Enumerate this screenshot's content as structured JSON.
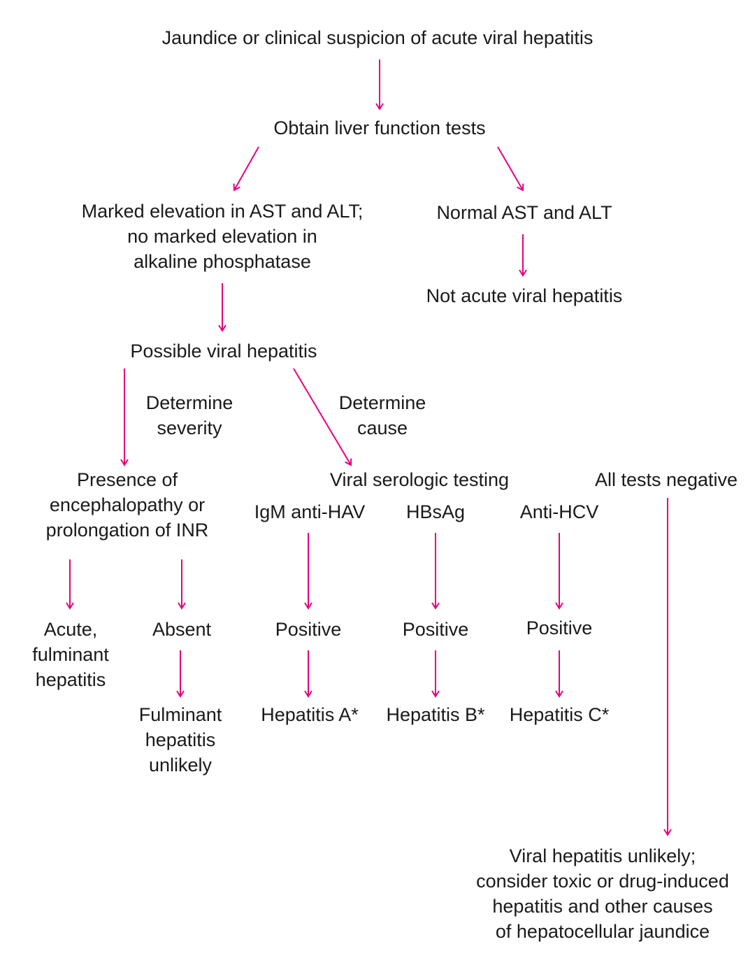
{
  "colors": {
    "arrow": "#e6007e",
    "text": "#1a1a1a",
    "background": "#ffffff"
  },
  "nodes": {
    "start": "Jaundice or clinical suspicion of acute viral hepatitis",
    "lft": "Obtain liver function tests",
    "marked_elevation": "Marked elevation in AST and ALT;\nno marked elevation in\nalkaline phosphatase",
    "normal": "Normal AST and ALT",
    "not_acute": "Not acute viral hepatitis",
    "possible": "Possible viral hepatitis",
    "determine_severity": "Determine\nseverity",
    "determine_cause": "Determine\ncause",
    "presence": "Presence of\nencephalopathy or\nprolongation of INR",
    "serologic": "Viral serologic testing",
    "all_negative": "All tests negative",
    "igm_hav": "IgM anti-HAV",
    "hbsag": "HBsAg",
    "anti_hcv": "Anti-HCV",
    "acute_fulminant": "Acute,\nfulminant\nhepatitis",
    "absent": "Absent",
    "positive_a": "Positive",
    "positive_b": "Positive",
    "positive_c": "Positive",
    "fulminant_unlikely": "Fulminant\nhepatitis\nunlikely",
    "hep_a": "Hepatitis A*",
    "hep_b": "Hepatitis B*",
    "hep_c": "Hepatitis C*",
    "viral_unlikely": "Viral hepatitis unlikely;\nconsider toxic or drug-induced\nhepatitis and other causes\nof hepatocellular jaundice"
  }
}
